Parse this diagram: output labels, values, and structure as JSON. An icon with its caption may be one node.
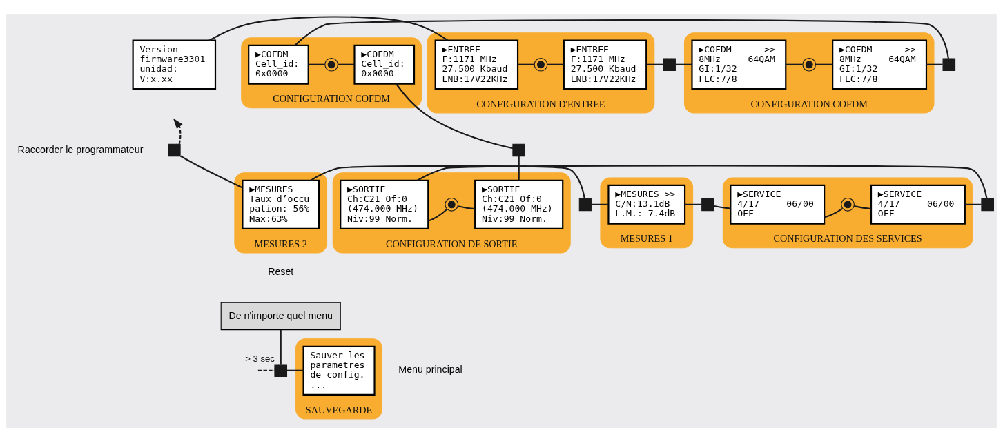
{
  "diagram": {
    "nodes": [
      {
        "text": [
          "Version",
          "firmware3301",
          "unidad:",
          "V:x.xx"
        ]
      },
      {
        "text": [
          "CONFIGURATION D'ENTREE"
        ]
      },
      {
        "text": [
          "▶ENTREE",
          "F:1171 MHz",
          "27.500 Kbaud",
          "LNB:17V22KHz"
        ],
        "in": 1
      },
      {
        "text": [],
        "shape": "circle",
        "in": 1
      },
      {
        "text": [
          "▶ENTREE",
          "F:1171 MHz",
          "27.500 Kbaud",
          "LNB:17V22KHz"
        ],
        "in": 1
      },
      {
        "text": [],
        "shape": "square"
      },
      {
        "text": [
          "CONFIGURATION COFDM"
        ]
      },
      {
        "text": [
          "▶COFDM      >>",
          "8MHz     64QAM",
          "GI:1/32",
          "FEC:7/8"
        ],
        "in": 6
      },
      {
        "text": [],
        "shape": "circle",
        "in": 6
      },
      {
        "text": [
          "▶COFDM      >>",
          "8MHz     64QAM",
          "GI:1/32",
          "FEC:7/8"
        ],
        "in": 6
      },
      {
        "text": [],
        "shape": "square"
      },
      {
        "text": [
          "CONFIGURATION COFDM"
        ]
      },
      {
        "text": [
          "▶COFDM",
          "Cell_id:",
          "0x0000"
        ],
        "in": 11
      },
      {
        "text": [],
        "shape": "circle",
        "in": 11
      },
      {
        "text": [
          "▶COFDM",
          "Cell_id:",
          "0x0000"
        ],
        "in": 11
      },
      {
        "text": [],
        "shape": "square"
      },
      {
        "text": [
          "CONFIGURATION DE SORTIE"
        ]
      },
      {
        "text": [
          "▶SORTIE",
          "Ch:C21 Of:0",
          "(474.000 MHz)",
          "Niv:99 Norm."
        ],
        "in": 16
      },
      {
        "text": [],
        "shape": "circle",
        "in": 16
      },
      {
        "text": [
          "▶SORTIE",
          "Ch:C21 Of:0",
          "(474.000 MHz)",
          "Niv:99 Norm."
        ],
        "in": 16
      },
      {
        "text": [],
        "shape": "square"
      },
      {
        "text": [
          "CONFIGURATION DES SERVICES"
        ]
      },
      {
        "text": [
          "▶SERVICE",
          "4/17     06/00",
          "OFF"
        ],
        "in": 21
      },
      {
        "text": [],
        "shape": "circle",
        "in": 21
      },
      {
        "text": [
          "▶SERVICE",
          "4/17     06/00",
          "OFF"
        ],
        "in": 21
      },
      {
        "text": [],
        "shape": "square"
      },
      {
        "text": [
          "MESURES 1"
        ]
      },
      {
        "text": [
          "▶MESURES >>",
          "C/N:13.1dB",
          "L.M.: 7.4dB"
        ],
        "in": 26
      },
      {
        "text": [],
        "shape": "square"
      },
      {
        "text": [
          "MESURES 2"
        ]
      },
      {
        "text": [
          "▶MESURES",
          "Taux d’occu",
          "pation: 56%",
          "Max:63%"
        ],
        "in": 29
      },
      {
        "text": [],
        "shape": "square"
      },
      {
        "text": [
          "De n'importe quel menu"
        ]
      },
      {
        "text": [],
        "shape": "square",
        "beside": [
          "> 3 sec"
        ]
      },
      {
        "text": [
          "SAUVEGARDE"
        ]
      },
      {
        "text": [
          "Sauver les",
          "parametres",
          "de config.",
          "..."
        ],
        "in": 34
      }
    ],
    "edges": [
      {
        "from": 0,
        "to": 2,
        "arrow": "none"
      },
      {
        "from": 2,
        "to": 3,
        "arrow": "none"
      },
      {
        "from": 3,
        "to": 4,
        "arrow": "none"
      },
      {
        "from": 4,
        "to": 5,
        "arrow": "none"
      },
      {
        "from": 5,
        "to": 7,
        "arrow": "none"
      },
      {
        "from": 7,
        "to": 8,
        "arrow": "none"
      },
      {
        "from": 8,
        "to": 9,
        "arrow": "none"
      },
      {
        "from": 9,
        "to": 10,
        "arrow": "none"
      },
      {
        "from": 10,
        "to": 12,
        "arrow": "none"
      },
      {
        "from": 12,
        "to": 13,
        "arrow": "none"
      },
      {
        "from": 13,
        "to": 14,
        "arrow": "none"
      },
      {
        "from": 14,
        "to": 15,
        "arrow": "none"
      },
      {
        "from": 15,
        "to": 19,
        "arrow": "none"
      },
      {
        "from": 19,
        "to": 18,
        "arrow": "none"
      },
      {
        "from": 18,
        "to": 17,
        "arrow": "none"
      },
      {
        "from": 17,
        "to": 20,
        "arrow": "none"
      },
      {
        "from": 20,
        "to": 24,
        "arrow": "none"
      },
      {
        "from": 24,
        "to": 23,
        "arrow": "none"
      },
      {
        "from": 23,
        "to": 22,
        "arrow": "none"
      },
      {
        "from": 22,
        "to": 25,
        "arrow": "none"
      },
      {
        "from": 25,
        "to": 27,
        "arrow": "none"
      },
      {
        "from": 27,
        "to": 28,
        "arrow": "none"
      },
      {
        "from": 28,
        "to": 30,
        "arrow": "none"
      },
      {
        "from": 30,
        "to": 31,
        "arrow": "none"
      },
      {
        "from": 31,
        "to": null,
        "arrow": "to",
        "style": "dashed"
      },
      {
        "from": null,
        "to": 33,
        "arrow": "none",
        "style": "dashed"
      },
      {
        "from": 32,
        "to": 33,
        "arrow": "none"
      },
      {
        "from": 33,
        "to": 35,
        "arrow": "none"
      }
    ],
    "labels": [
      "Raccorder le programmateur",
      "Reset",
      "Menu principal"
    ]
  }
}
